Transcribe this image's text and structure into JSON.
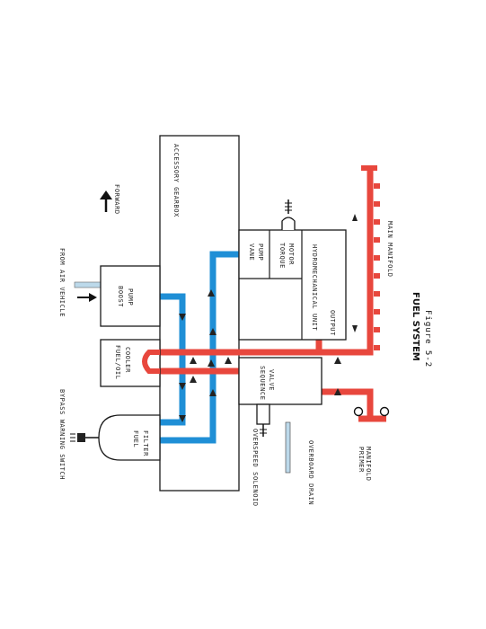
{
  "labels": {
    "accessory_gearbox": "ACCESSORY GEARBOX",
    "forward": "FORWARD",
    "from_air_vehicle": "FROM AIR VEHICLE",
    "boost_pump": [
      "BOOST",
      "PUMP"
    ],
    "bypass_warning_switch": "BYPASS WARNING SWITCH",
    "fuel_oil_cooler": [
      "FUEL/OIL",
      "COOLER"
    ],
    "fuel_filter": [
      "FUEL",
      "FILTER"
    ],
    "vane_pump": [
      "VANE",
      "PUMP"
    ],
    "torque_motor": [
      "TORQUE",
      "MOTOR"
    ],
    "hydromechanical_unit": "HYDROMECHANICAL UNIT",
    "output": "OUTPUT",
    "sequence_valve": [
      "SEQUENCE",
      "VALVE"
    ],
    "overspeed_solenoid": "OVERSPEED SOLENOID",
    "overboard_drain": "OVERBOARD DRAIN",
    "primer_manifold": [
      "PRIMER",
      "MANIFOLD"
    ],
    "main_manifold": "MAIN MANIFOLD"
  },
  "title": "FUEL SYSTEM",
  "figure": "Figure 5-2",
  "colors": {
    "low_pressure_fuel": "#1f8fd6",
    "high_pressure_fuel": "#e8473d",
    "drain": "#bcd9ea"
  }
}
